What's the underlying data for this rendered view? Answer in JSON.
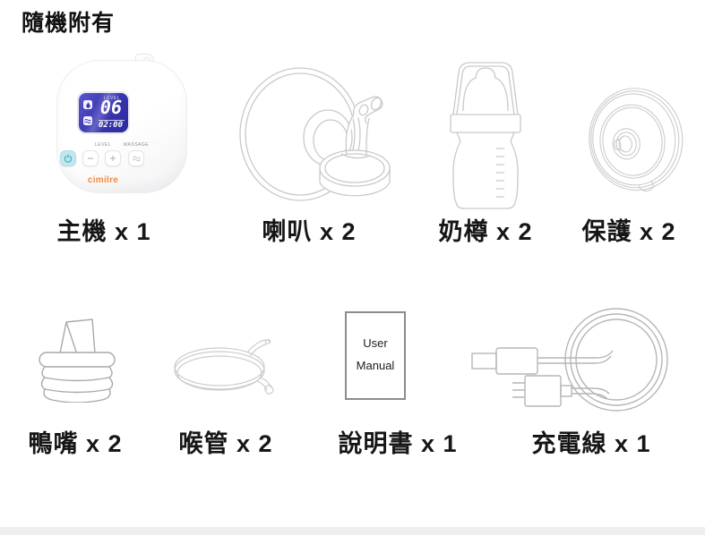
{
  "title": "隨機附有",
  "brand": "cimilre",
  "device_screen": {
    "level_label": "LEVEL",
    "level_value": "06",
    "timer_value": "02:00"
  },
  "device_controls": {
    "level_label": "LEVEL",
    "massage_label": "MASSAGE",
    "minus_symbol": "−",
    "plus_symbol": "+"
  },
  "items": [
    {
      "name": "main-unit",
      "label": "主機 x 1"
    },
    {
      "name": "flange",
      "label": "喇叭 x 2"
    },
    {
      "name": "bottle",
      "label": "奶樽 x 2"
    },
    {
      "name": "protector",
      "label": "保護 x 2"
    },
    {
      "name": "duckbill-valve",
      "label": "鴨嘴 x 2"
    },
    {
      "name": "tube",
      "label": "喉管 x 2"
    },
    {
      "name": "manual",
      "label": "說明書 x 1"
    },
    {
      "name": "charging-cable",
      "label": "充電線 x 1"
    }
  ],
  "manual_text": {
    "line1": "User",
    "line2": "Manual"
  },
  "colors": {
    "lcd_blue": "#3c38b2",
    "power_button_bg": "#c3e7ec",
    "power_icon": "#3fb6c4",
    "brand_orange": "#f08a3c",
    "line_art": "#c7c7c7",
    "bottom_bar": "#efefef"
  }
}
